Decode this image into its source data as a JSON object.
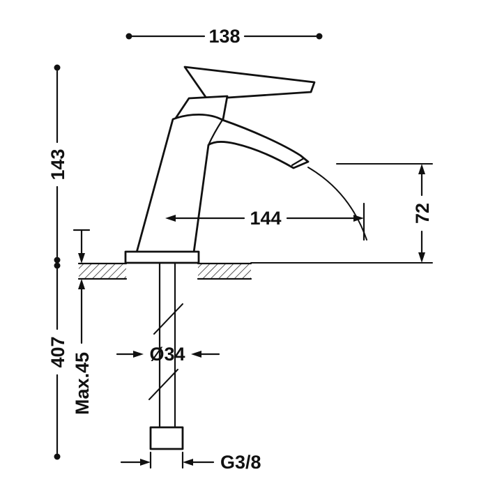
{
  "labels": {
    "width_overall": "138",
    "height_above_deck": "143",
    "spout_reach": "144",
    "spout_height": "72",
    "supply_length": "407",
    "max_deck_thickness": "Max.45",
    "hole_diameter": "Ø34",
    "thread": "G3/8"
  },
  "colors": {
    "line": "#111111",
    "background": "#ffffff"
  }
}
